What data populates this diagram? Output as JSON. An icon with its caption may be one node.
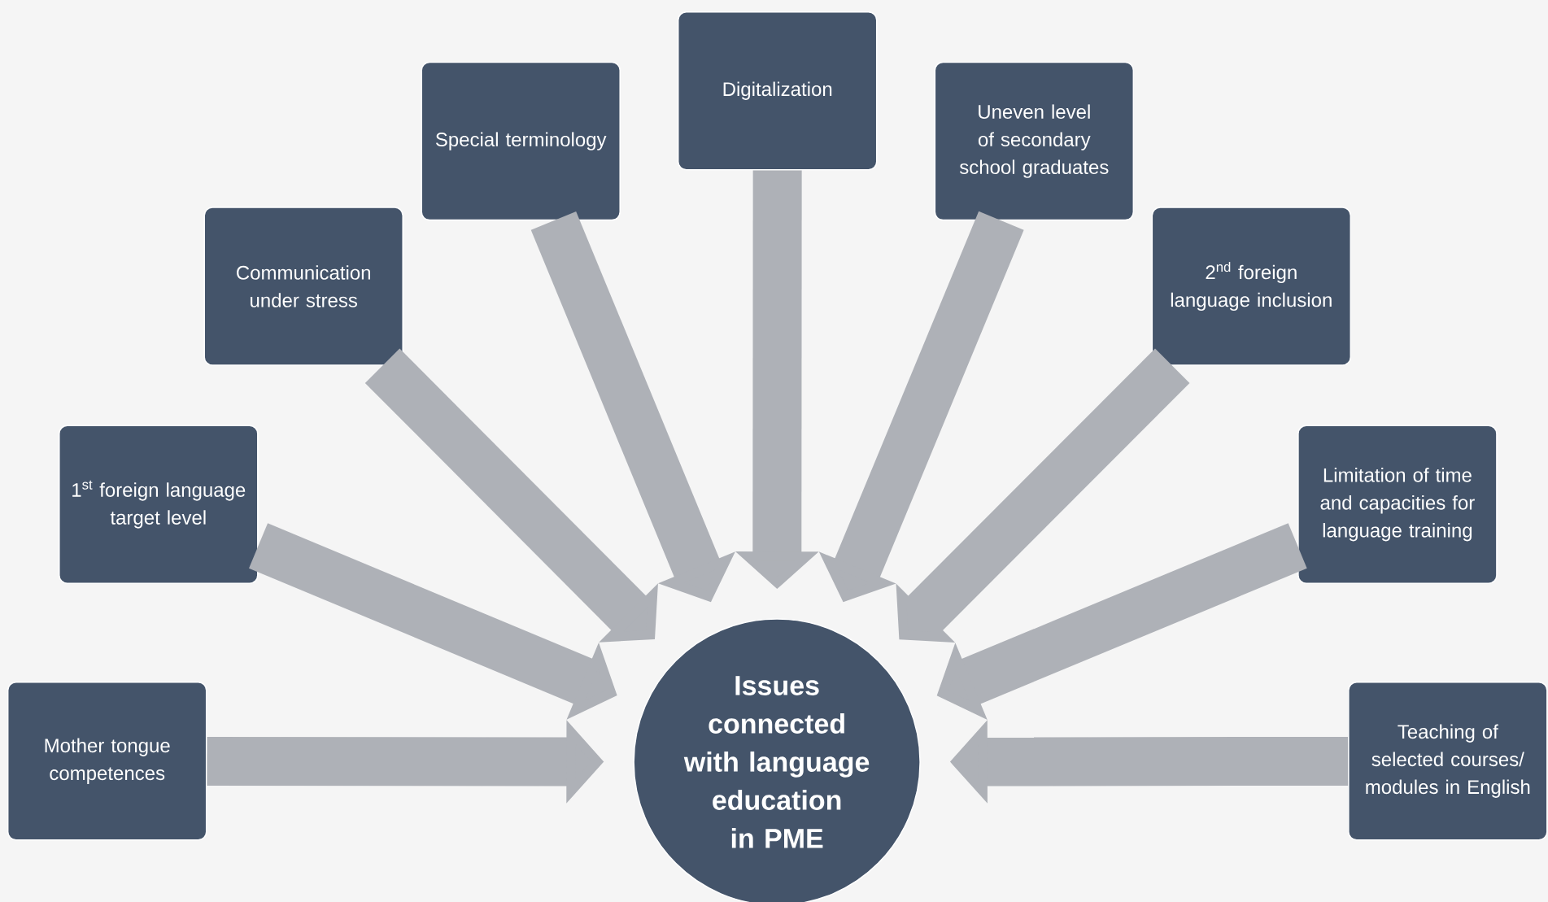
{
  "diagram": {
    "nodes": [
      {
        "text": [
          "Digitalization"
        ]
      },
      {
        "text": [
          "Special terminology"
        ]
      },
      {
        "text": [
          "Uneven level of secondary school graduates"
        ]
      },
      {
        "text": [
          "Communication under stress"
        ]
      },
      {
        "text": [
          "2$^{nd}$ foreign language inclusion"
        ]
      },
      {
        "text": [
          "1$^{st}$ foreign language target level"
        ]
      },
      {
        "text": [
          "Limitation of time and capacities for language training"
        ]
      },
      {
        "text": [
          "Mother tongue competences"
        ]
      },
      {
        "text": [
          "Teaching of selected courses/ modules in English"
        ]
      },
      {
        "text": [
          "Issues connected with language education in PME"
        ]
      }
    ],
    "edges": [
      {
        "from": 0,
        "to": 9,
        "arrow": "to"
      },
      {
        "from": 1,
        "to": 9,
        "arrow": "to"
      },
      {
        "from": 2,
        "to": 9,
        "arrow": "to"
      },
      {
        "from": 3,
        "to": 9,
        "arrow": "to"
      },
      {
        "from": 4,
        "to": 9,
        "arrow": "to"
      },
      {
        "from": 5,
        "to": 9,
        "arrow": "to"
      },
      {
        "from": 6,
        "to": 9,
        "arrow": "to"
      },
      {
        "from": 7,
        "to": 9,
        "arrow": "to"
      },
      {
        "from": 8,
        "to": 9,
        "arrow": "to"
      }
    ]
  }
}
